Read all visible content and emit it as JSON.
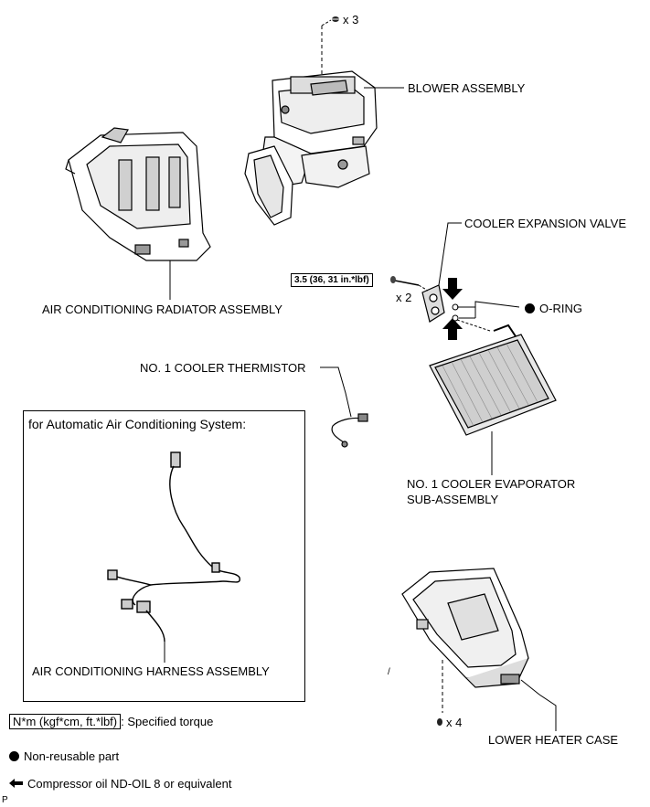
{
  "labels": {
    "screw_top_count": "x 3",
    "blower": "BLOWER ASSEMBLY",
    "radiator": "AIR CONDITIONING RADIATOR ASSEMBLY",
    "expansion_valve": "COOLER EXPANSION VALVE",
    "torque": "3.5 (36, 31 in.*lbf)",
    "bolt_count": "x 2",
    "oring": "O-RING",
    "thermistor": "NO. 1 COOLER THERMISTOR",
    "evaporator_line1": "NO. 1 COOLER EVAPORATOR",
    "evaporator_line2": "SUB-ASSEMBLY",
    "auto_ac_title": "for Automatic Air Conditioning System:",
    "harness": "AIR CONDITIONING HARNESS ASSEMBLY",
    "screw_bottom_count": "x 4",
    "lower_case": "LOWER HEATER CASE",
    "corner_mark": "P"
  },
  "legend": {
    "torque_unit": "N*m (kgf*cm, ft.*lbf)",
    "torque_text": ": Specified torque",
    "nonreusable_text": "Non-reusable part",
    "oil_text": "Compressor oil ND-OIL 8 or equivalent"
  },
  "icons": [
    "screw-icon",
    "bolt-icon",
    "filled-circle-icon",
    "arrow-left-icon"
  ]
}
